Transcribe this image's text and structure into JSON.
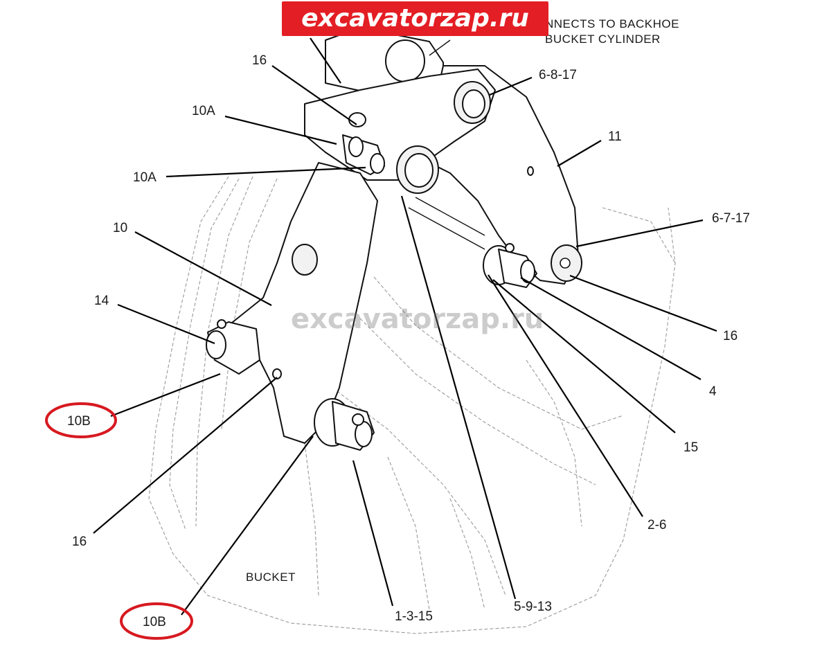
{
  "banner": {
    "text": "excavatorzap.ru",
    "color": "#e31e24"
  },
  "watermark": {
    "text": "excavatorzap.ru"
  },
  "notes": {
    "connects_line1": "NNECTS TO BACKHOE",
    "connects_line2": "BUCKET CYLINDER",
    "bucket": "BUCKET"
  },
  "callouts": {
    "c16_top": "16",
    "c10a_upper": "10A",
    "c10a_lower": "10A",
    "c10": "10",
    "c14": "14",
    "c10b_left": "10B",
    "c16_left": "16",
    "c10b_bottom": "10B",
    "c1315": "1-3-15",
    "c5913": "5-9-13",
    "c26": "2-6",
    "c15": "15",
    "c4": "4",
    "c16_right": "16",
    "c6717": "6-7-17",
    "c11": "11",
    "c6817": "6-8-17"
  },
  "highlight_color": "#d71920"
}
